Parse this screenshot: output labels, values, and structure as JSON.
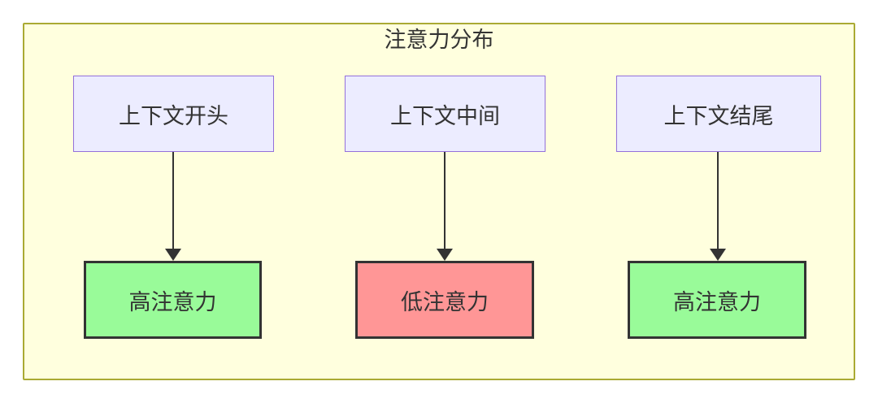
{
  "diagram": {
    "title": "注意力分布",
    "columns": [
      {
        "source": {
          "label": "上下文开头"
        },
        "result": {
          "label": "高注意力",
          "fill": "#99fb99",
          "meaning": "high-attention"
        }
      },
      {
        "source": {
          "label": "上下文中间"
        },
        "result": {
          "label": "低注意力",
          "fill": "#ff9696",
          "meaning": "low-attention"
        }
      },
      {
        "source": {
          "label": "上下文结尾"
        },
        "result": {
          "label": "高注意力",
          "fill": "#99fb99",
          "meaning": "high-attention"
        }
      }
    ],
    "colors": {
      "container_bg": "#ffffde",
      "container_border": "#aaaa33",
      "source_node_bg": "#ECECFF",
      "source_node_border": "#9370DB",
      "result_node_border": "#333333",
      "high_attention_fill": "#99fb99",
      "low_attention_fill": "#ff9696",
      "arrow": "#333333",
      "text": "#333333"
    }
  }
}
